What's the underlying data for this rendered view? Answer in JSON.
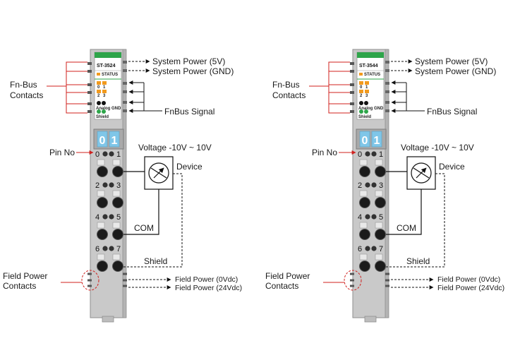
{
  "modules": [
    {
      "model": "ST-3524",
      "status_label": "STATUS",
      "led_labels": [
        "0",
        "1",
        "2",
        "3"
      ],
      "analog_gnd": "Analog GND",
      "shield_small": "Shield",
      "display_digits": [
        "0",
        "1"
      ],
      "pins": [
        "0",
        "1",
        "2",
        "3",
        "4",
        "5",
        "6",
        "7"
      ],
      "labels": {
        "fn_bus_contacts": [
          "Fn-Bus",
          "Contacts"
        ],
        "system_power_5v": "System Power (5V)",
        "system_power_gnd": "System Power (GND)",
        "fnbus_signal": "FnBus Signal",
        "pin_no": "Pin No",
        "voltage": "Voltage -10V ~ 10V",
        "device": "Device",
        "com": "COM",
        "shield": "Shield",
        "field_power_contacts": [
          "Field Power",
          "Contacts"
        ],
        "field_power_0v": "Field Power (0Vdc)",
        "field_power_24v": "Field Power (24Vdc)"
      }
    },
    {
      "model": "ST-3544",
      "status_label": "STATUS",
      "led_labels": [
        "0",
        "1",
        "2",
        "3"
      ],
      "analog_gnd": "Analog GND",
      "shield_small": "Shield",
      "display_digits": [
        "0",
        "1"
      ],
      "pins": [
        "0",
        "1",
        "2",
        "3",
        "4",
        "5",
        "6",
        "7"
      ],
      "labels": {
        "fn_bus_contacts": [
          "Fn-Bus",
          "Contacts"
        ],
        "system_power_5v": "System Power (5V)",
        "system_power_gnd": "System Power (GND)",
        "fnbus_signal": "FnBus Signal",
        "pin_no": "Pin No",
        "voltage": "Voltage -10V ~ 10V",
        "device": "Device",
        "com": "COM",
        "shield": "Shield",
        "field_power_contacts": [
          "Field Power",
          "Contacts"
        ],
        "field_power_0v": "Field Power (0Vdc)",
        "field_power_24v": "Field Power (24Vdc)"
      }
    }
  ],
  "colors": {
    "fnbus_pointer": "#d0201e",
    "module_body": "#c9c9c9",
    "module_edge": "#8f8f8f",
    "top_bar": "#2ea54a",
    "led_orange": "#f29a1d",
    "display_blue": "#7fc6e8"
  }
}
